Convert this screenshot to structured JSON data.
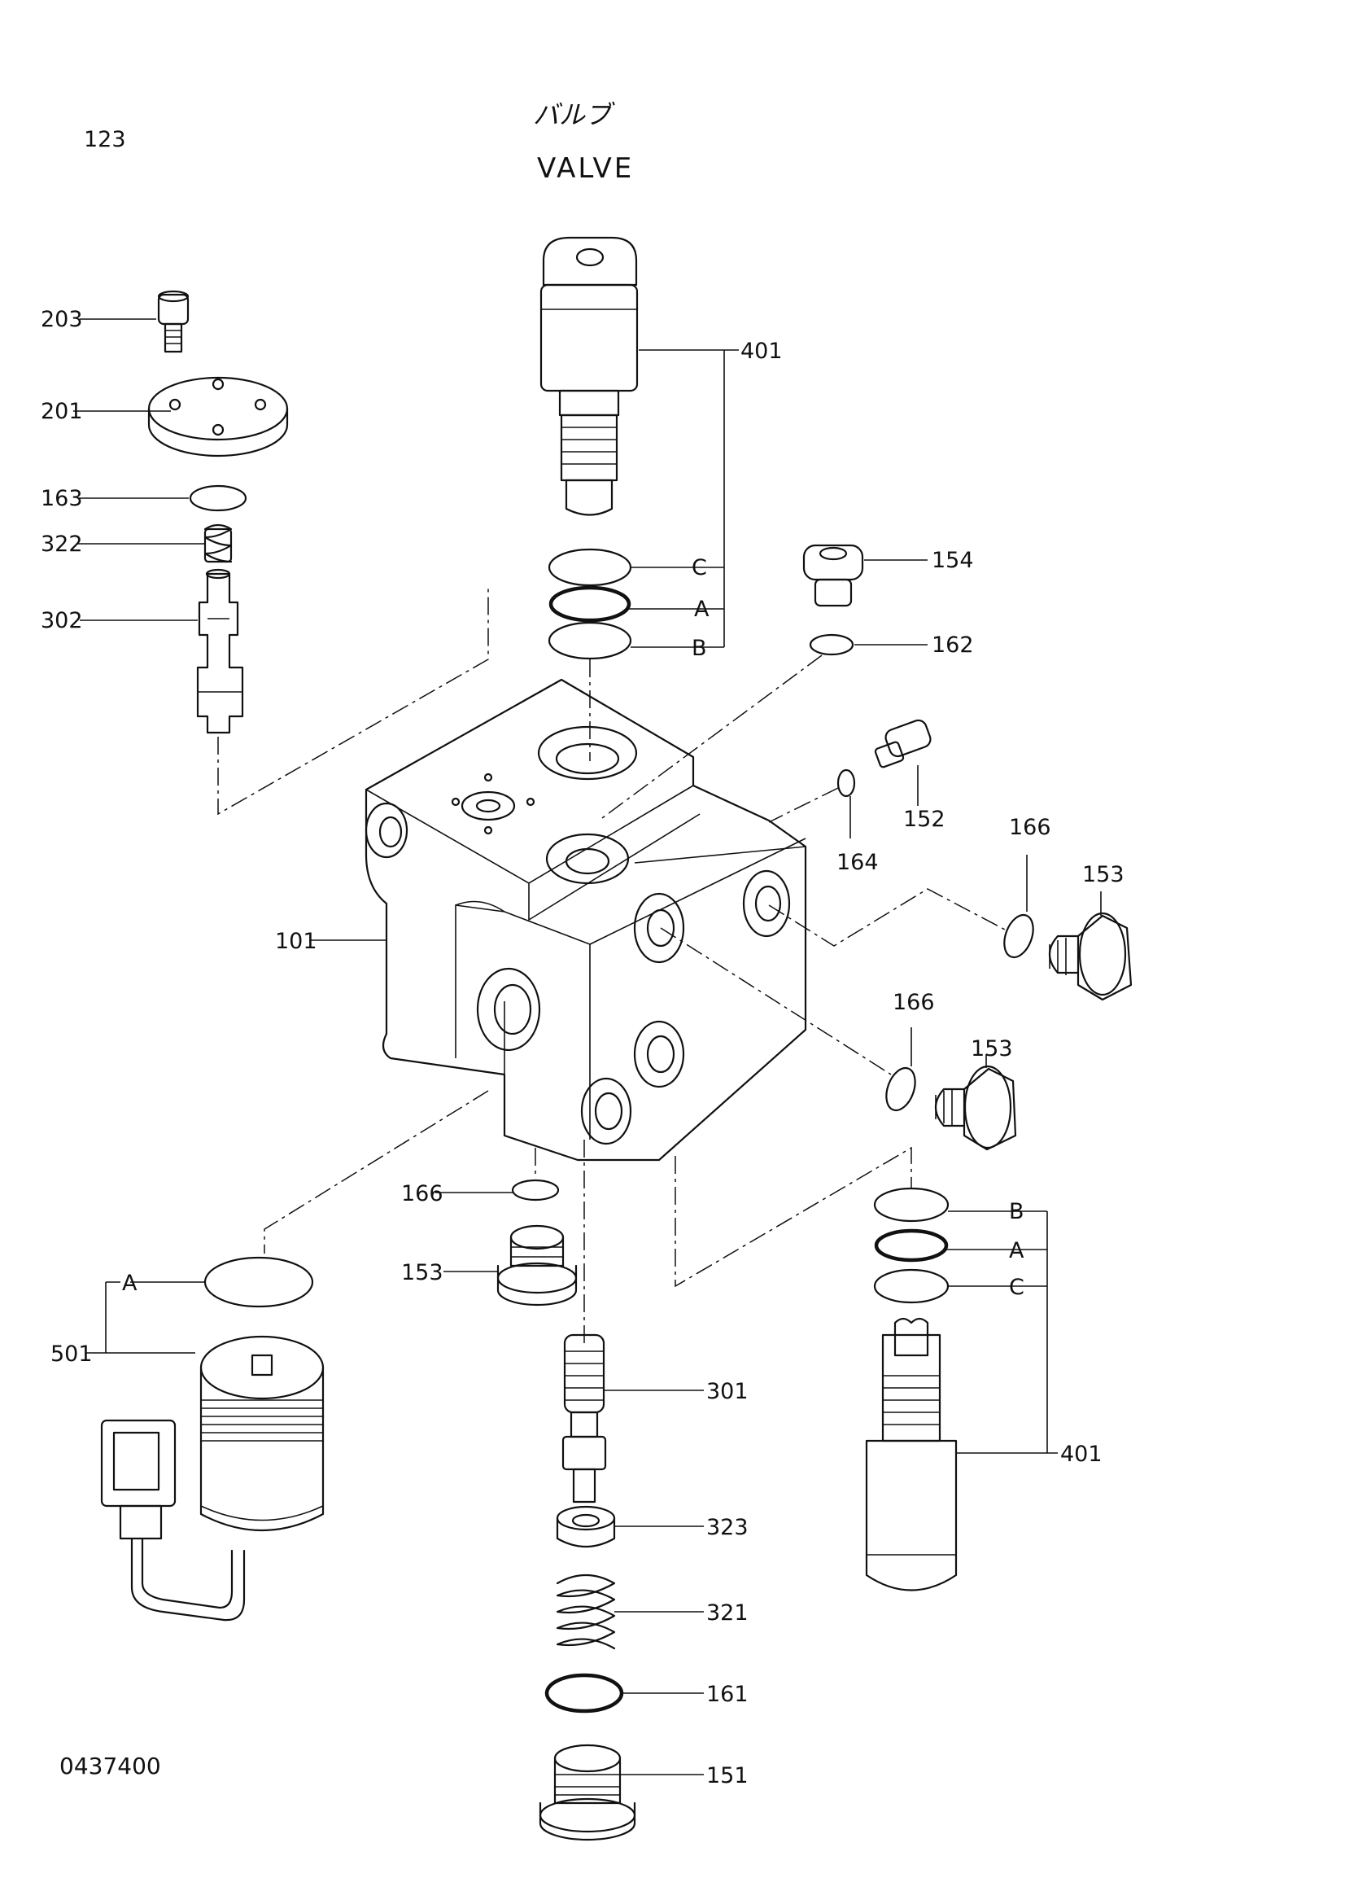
{
  "page": {
    "page_number": "123",
    "title_japanese": "バルブ",
    "title": "VALVE",
    "drawing_number": "0437400"
  },
  "labels": {
    "l203": "203",
    "l201": "201",
    "l163": "163",
    "l322": "322",
    "l302": "302",
    "l401_top": "401",
    "lC_top": "C",
    "lA_top": "A",
    "lB_top": "B",
    "l154": "154",
    "l162": "162",
    "l152": "152",
    "l164": "164",
    "l166_a": "166",
    "l153_a": "153",
    "l101": "101",
    "l166_b": "166",
    "l153_b": "153",
    "l166_c": "166",
    "l153_c": "153",
    "lB_bot": "B",
    "lA_bot": "A",
    "lC_bot": "C",
    "l401_bot": "401",
    "lA_sol": "A",
    "l501": "501",
    "l301": "301",
    "l323": "323",
    "l321": "321",
    "l161": "161",
    "l151": "151"
  }
}
